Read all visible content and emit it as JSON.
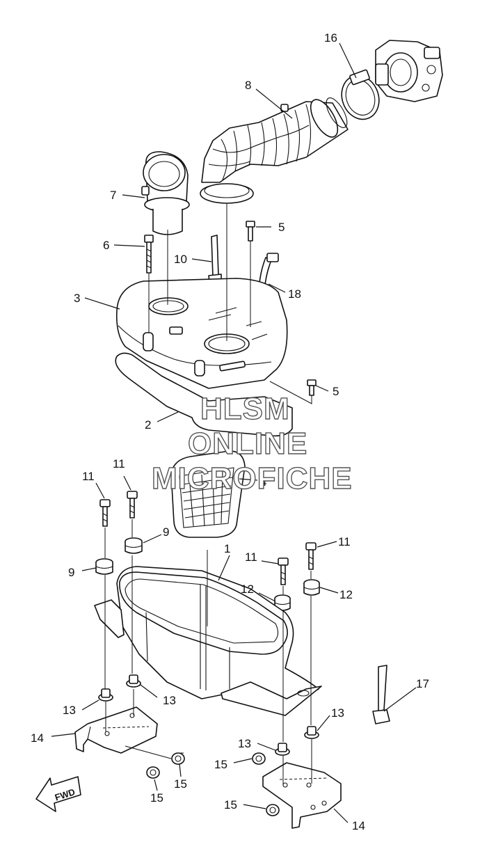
{
  "callouts": {
    "c16": "16",
    "c8": "8",
    "c7": "7",
    "c5a": "5",
    "c6": "6",
    "c10": "10",
    "c18": "18",
    "c3": "3",
    "c5b": "5",
    "c2": "2",
    "c4": "4",
    "c11a": "11",
    "c11b": "11",
    "c9a": "9",
    "c9b": "9",
    "c11c": "11",
    "c11d": "11",
    "c1": "1",
    "c12a": "12",
    "c12b": "12",
    "c13a": "13",
    "c13b": "13",
    "c13c": "13",
    "c13d": "13",
    "c14a": "14",
    "c14b": "14",
    "c15a": "15",
    "c15b": "15",
    "c15c": "15",
    "c15d": "15",
    "c17": "17"
  },
  "watermark": {
    "line1": "HLSM",
    "line2": "ONLINE",
    "line3": "MICROFICHE"
  },
  "fwd_label": "FWD"
}
